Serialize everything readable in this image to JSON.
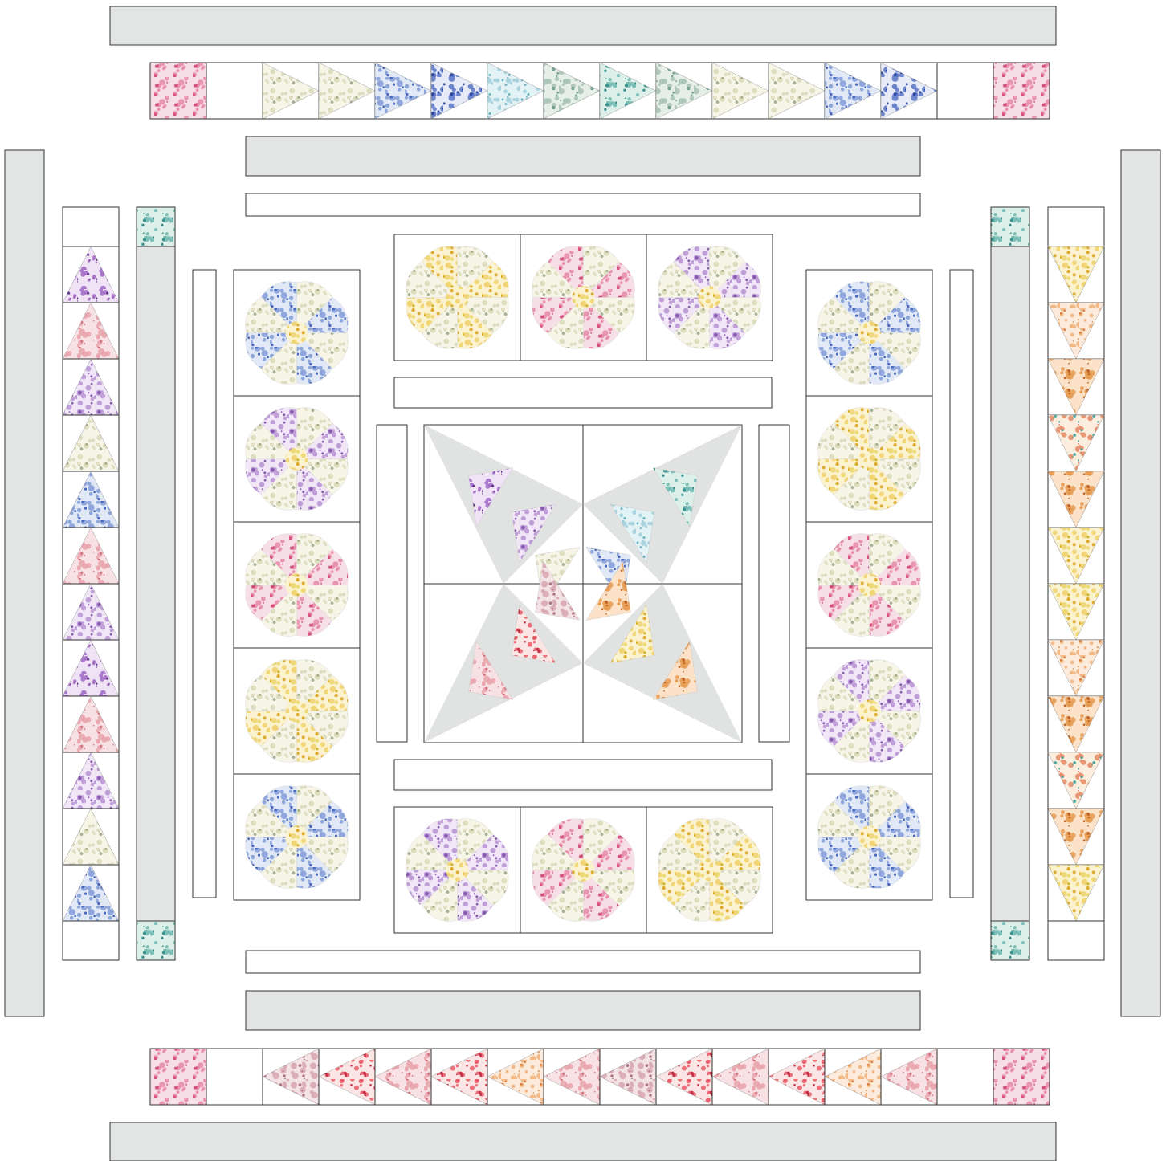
{
  "palette": {
    "sashing_gray": "#e3e4e4",
    "outline": "#333333",
    "background": "#ffffff",
    "center_kite_gray": "#e1e2e2"
  },
  "fabrics": {
    "pink_floral": [
      "#f6dfe6",
      "#e98aa7",
      "#d24d78"
    ],
    "teal_floral": [
      "#dcefe8",
      "#6fb8b0",
      "#2f8a88"
    ],
    "yellow_floral": [
      "#fbf3cf",
      "#f0d36c",
      "#d9a726"
    ],
    "cream_floral": [
      "#f7f5e8",
      "#d9d8b9",
      "#9da88b"
    ],
    "blue_floral": [
      "#e1e9f7",
      "#7f9ad6",
      "#3d5bb3"
    ],
    "navy_floral": [
      "#e6ebf7",
      "#5a76c6",
      "#23409a"
    ],
    "aqua_floral": [
      "#e3f2f5",
      "#9fcfdb",
      "#66adc1"
    ],
    "sage_floral": [
      "#e6eee8",
      "#a6c1b5",
      "#6e9c8d"
    ],
    "lilac_floral": [
      "#f1e7f7",
      "#b893d4",
      "#7c4fa7"
    ],
    "purple_floral": [
      "#efe3f5",
      "#a067c4",
      "#5d2a8a"
    ],
    "peach_floral": [
      "#fcebdc",
      "#f0b27a",
      "#d97a35"
    ],
    "orange_floral": [
      "#fbe2c8",
      "#e69a52",
      "#b8611d"
    ],
    "red_floral": [
      "#fbe6e6",
      "#e85c6a",
      "#c2223a"
    ],
    "rose_floral": [
      "#f8e1e4",
      "#e9a1ab",
      "#d56e7e"
    ],
    "multi_floral": [
      "#fbeede",
      "#e48a64",
      "#3aa3a0"
    ],
    "mauve_floral": [
      "#f3e3e6",
      "#d7a5b0",
      "#a86a78"
    ]
  },
  "top_border_triangles": [
    "cream_floral",
    "cream_floral",
    "blue_floral",
    "navy_floral",
    "aqua_floral",
    "sage_floral",
    "teal_floral",
    "sage_floral",
    "cream_floral",
    "cream_floral",
    "blue_floral",
    "navy_floral"
  ],
  "bottom_border_triangles": [
    "mauve_floral",
    "red_floral",
    "rose_floral",
    "red_floral",
    "peach_floral",
    "rose_floral",
    "mauve_floral",
    "red_floral",
    "rose_floral",
    "red_floral",
    "peach_floral",
    "rose_floral"
  ],
  "left_border_triangles": [
    "purple_floral",
    "rose_floral",
    "lilac_floral",
    "cream_floral",
    "blue_floral",
    "rose_floral",
    "lilac_floral",
    "purple_floral",
    "rose_floral",
    "lilac_floral",
    "cream_floral",
    "blue_floral"
  ],
  "right_border_triangles": [
    "yellow_floral",
    "peach_floral",
    "orange_floral",
    "multi_floral",
    "orange_floral",
    "yellow_floral",
    "yellow_floral",
    "peach_floral",
    "orange_floral",
    "multi_floral",
    "orange_floral",
    "yellow_floral"
  ],
  "corner_squares": {
    "top_bottom_rows": "pink_floral",
    "side_columns": "teal_floral"
  },
  "dresden_plates": {
    "top_row": [
      "yellow_floral",
      "pink_floral",
      "lilac_floral"
    ],
    "bottom_row": [
      "lilac_floral",
      "pink_floral",
      "yellow_floral"
    ],
    "left_column": [
      "blue_floral",
      "lilac_floral",
      "pink_floral",
      "yellow_floral",
      "blue_floral"
    ],
    "right_column": [
      "blue_floral",
      "yellow_floral",
      "pink_floral",
      "lilac_floral",
      "blue_floral"
    ]
  },
  "center_star": {
    "top_left": [
      "purple_floral",
      "lilac_floral",
      "cream_floral"
    ],
    "top_right": [
      "teal_floral",
      "aqua_floral",
      "blue_floral"
    ],
    "bottom_left": [
      "rose_floral",
      "red_floral",
      "mauve_floral"
    ],
    "bottom_right": [
      "orange_floral",
      "yellow_floral",
      "orange_floral"
    ]
  }
}
